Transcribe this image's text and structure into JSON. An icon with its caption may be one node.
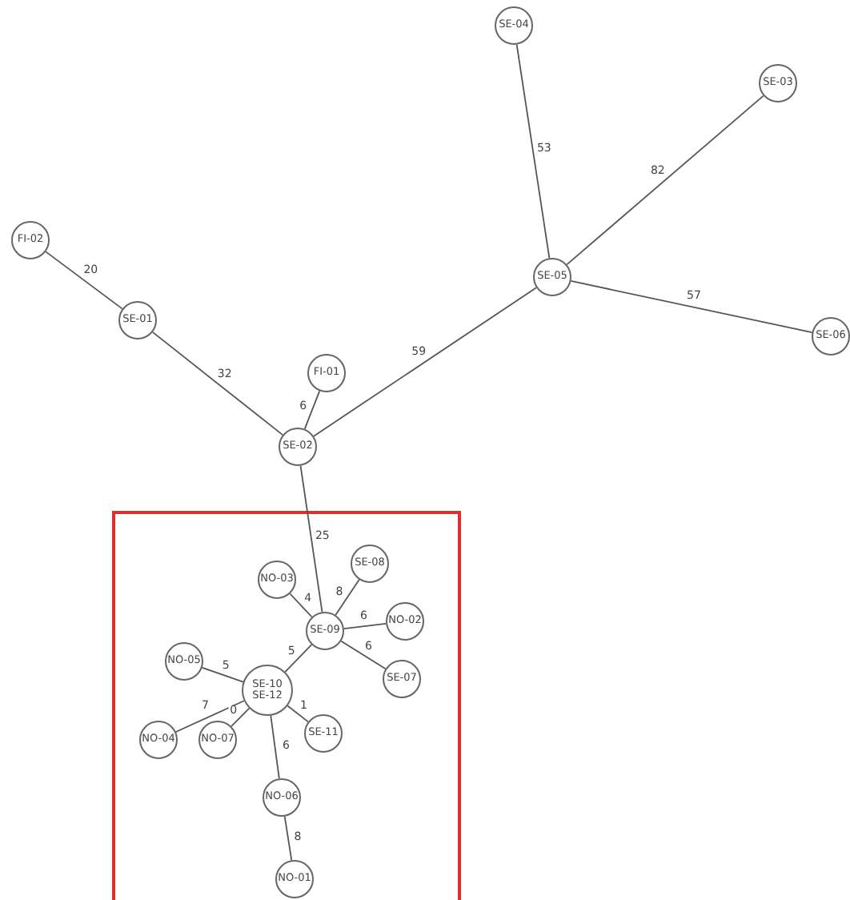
{
  "diagram": {
    "nodes": [
      {
        "text": [
          "FI-02"
        ]
      },
      {
        "text": [
          "SE-01"
        ]
      },
      {
        "text": [
          "FI-01"
        ]
      },
      {
        "text": [
          "SE-02"
        ]
      },
      {
        "text": [
          "SE-04"
        ]
      },
      {
        "text": [
          "SE-03"
        ]
      },
      {
        "text": [
          "SE-05"
        ]
      },
      {
        "text": [
          "SE-06"
        ]
      },
      {
        "text": [],
        "shape": "box"
      },
      {
        "text": [
          "SE-08"
        ],
        "in": 8
      },
      {
        "text": [
          "NO-03"
        ],
        "in": 8
      },
      {
        "text": [
          "SE-09"
        ],
        "in": 8
      },
      {
        "text": [
          "NO-02"
        ],
        "in": 8
      },
      {
        "text": [
          "NO-05"
        ],
        "in": 8
      },
      {
        "text": [
          "SE-10",
          "SE-12"
        ],
        "in": 8
      },
      {
        "text": [
          "SE-07"
        ],
        "in": 8
      },
      {
        "text": [
          "NO-04"
        ],
        "in": 8
      },
      {
        "text": [
          "NO-07"
        ],
        "in": 8
      },
      {
        "text": [
          "SE-11"
        ],
        "in": 8
      },
      {
        "text": [
          "NO-06"
        ],
        "in": 8
      },
      {
        "text": [
          "NO-01"
        ],
        "in": 8
      }
    ],
    "edges": [
      {
        "from": 0,
        "to": 1,
        "arrow": "none",
        "label": "20"
      },
      {
        "from": 1,
        "to": 3,
        "arrow": "none",
        "label": "32"
      },
      {
        "from": 2,
        "to": 3,
        "arrow": "none",
        "label": "6"
      },
      {
        "from": 3,
        "to": 6,
        "arrow": "none",
        "label": "59"
      },
      {
        "from": 6,
        "to": 4,
        "arrow": "none",
        "label": "53"
      },
      {
        "from": 6,
        "to": 5,
        "arrow": "none",
        "label": "82"
      },
      {
        "from": 6,
        "to": 7,
        "arrow": "none",
        "label": "57"
      },
      {
        "from": 3,
        "to": 11,
        "arrow": "none",
        "label": "25"
      },
      {
        "from": 11,
        "to": 10,
        "arrow": "none",
        "label": "4"
      },
      {
        "from": 11,
        "to": 9,
        "arrow": "none",
        "label": "8"
      },
      {
        "from": 11,
        "to": 12,
        "arrow": "none",
        "label": "6"
      },
      {
        "from": 11,
        "to": 15,
        "arrow": "none",
        "label": "6"
      },
      {
        "from": 11,
        "to": 14,
        "arrow": "none",
        "label": "5"
      },
      {
        "from": 14,
        "to": 13,
        "arrow": "none",
        "label": "5"
      },
      {
        "from": 14,
        "to": 16,
        "arrow": "none",
        "label": "7"
      },
      {
        "from": 14,
        "to": 17,
        "arrow": "none",
        "label": "0"
      },
      {
        "from": 14,
        "to": 18,
        "arrow": "none",
        "label": "1"
      },
      {
        "from": 14,
        "to": 19,
        "arrow": "none",
        "label": "6"
      },
      {
        "from": 19,
        "to": 20,
        "arrow": "none",
        "label": "8"
      }
    ]
  }
}
